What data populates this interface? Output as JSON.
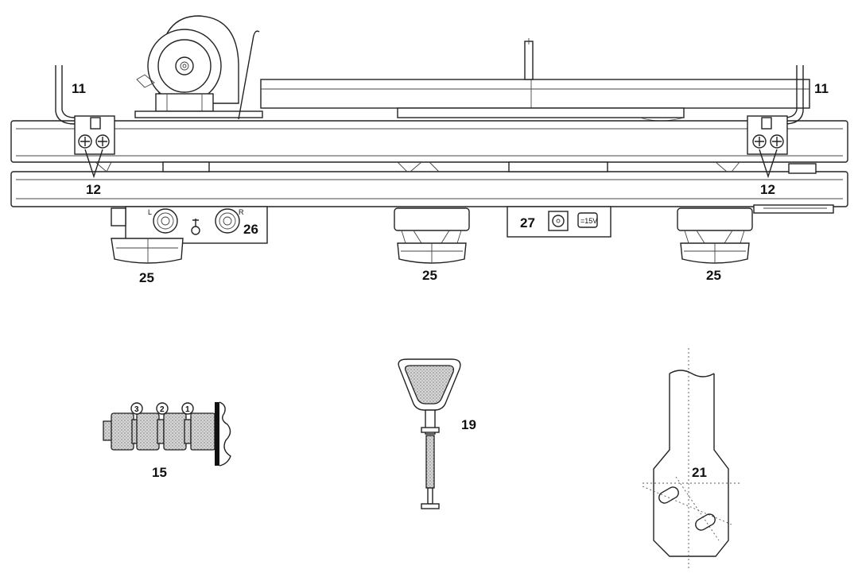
{
  "callouts": {
    "c11_left": "11",
    "c11_right": "11",
    "c12_left": "12",
    "c12_right": "12",
    "c25_left": "25",
    "c25_mid": "25",
    "c25_right": "25",
    "c26": "26",
    "c27": "27",
    "c15": "15",
    "c19": "19",
    "c21": "21"
  },
  "marks": {
    "power_label": "=15V",
    "ring_3": "3",
    "ring_2": "2",
    "ring_1": "1"
  }
}
